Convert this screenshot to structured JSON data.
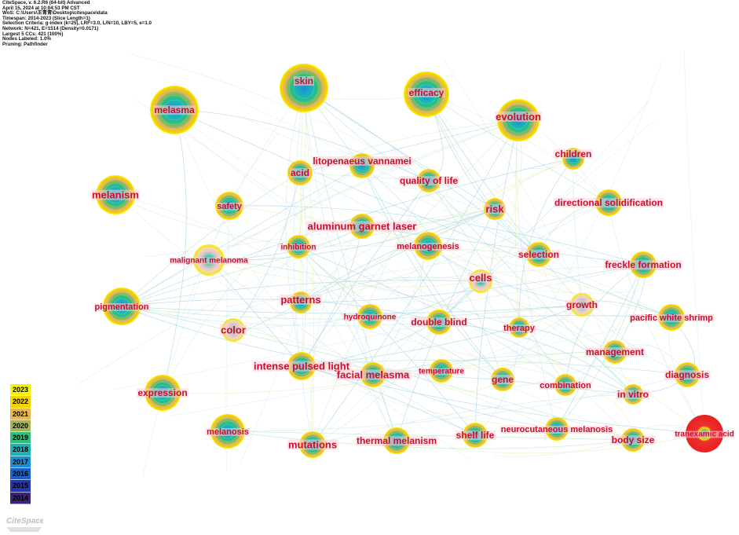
{
  "header": {
    "lines": [
      "CiteSpace, v. 6.2.R6 (64-bit) Advanced",
      "April 15, 2024 at 10:04:53 PM CST",
      "WoS: C:\\Users\\王青青\\Desktop\\citespace\\data",
      "Timespan: 2014-2023 (Slice Length=1)",
      "Selection Criteria: g-index (k=25), LRF=3.0, L/N=10, LBY=5, e=1.0",
      "Network: N=421, E=1514 (Density=0.0171)",
      "Largest 5 CCs: 421 (100%)",
      "Nodes Labeled: 1.0%",
      "Pruning: Pathfinder"
    ]
  },
  "legend": {
    "items": [
      {
        "year": "2023",
        "color": "#f5f500"
      },
      {
        "year": "2022",
        "color": "#f4d200"
      },
      {
        "year": "2021",
        "color": "#e8b84a"
      },
      {
        "year": "2020",
        "color": "#a3b35a"
      },
      {
        "year": "2019",
        "color": "#2ec07a"
      },
      {
        "year": "2018",
        "color": "#1bb3b8"
      },
      {
        "year": "2017",
        "color": "#1a8fd8"
      },
      {
        "year": "2016",
        "color": "#1960c9"
      },
      {
        "year": "2015",
        "color": "#2537a8"
      },
      {
        "year": "2014",
        "color": "#3b2476"
      }
    ]
  },
  "logo": {
    "text": "CiteSpace"
  },
  "nodes": [
    {
      "id": "skin",
      "label": "skin"
    },
    {
      "id": "melasma",
      "label": "melasma"
    },
    {
      "id": "efficacy",
      "label": "efficacy"
    },
    {
      "id": "evolution",
      "label": "evolution"
    },
    {
      "id": "children",
      "label": "children"
    },
    {
      "id": "litopenaeus-vannamei",
      "label": "litopenaeus vannamei"
    },
    {
      "id": "acid",
      "label": "acid"
    },
    {
      "id": "quality-of-life",
      "label": "quality of life"
    },
    {
      "id": "melanism",
      "label": "melanism"
    },
    {
      "id": "safety",
      "label": "safety"
    },
    {
      "id": "risk",
      "label": "risk"
    },
    {
      "id": "directional-solidification",
      "label": "directional solidification"
    },
    {
      "id": "aluminum-garnet-laser",
      "label": "aluminum garnet laser"
    },
    {
      "id": "inhibition",
      "label": "inhibition"
    },
    {
      "id": "melanogenesis",
      "label": "melanogenesis"
    },
    {
      "id": "selection",
      "label": "selection"
    },
    {
      "id": "malignant-melanoma",
      "label": "malignant melanoma"
    },
    {
      "id": "freckle-formation",
      "label": "freckle formation"
    },
    {
      "id": "cells",
      "label": "cells"
    },
    {
      "id": "pigmentation",
      "label": "pigmentation"
    },
    {
      "id": "patterns",
      "label": "patterns"
    },
    {
      "id": "growth",
      "label": "growth"
    },
    {
      "id": "hydroquinone",
      "label": "hydroquinone"
    },
    {
      "id": "double-blind",
      "label": "double blind"
    },
    {
      "id": "pacific-white-shrimp",
      "label": "pacific white shrimp"
    },
    {
      "id": "color",
      "label": "color"
    },
    {
      "id": "therapy",
      "label": "therapy"
    },
    {
      "id": "management",
      "label": "management"
    },
    {
      "id": "intense-pulsed-light",
      "label": "intense pulsed light"
    },
    {
      "id": "temperature",
      "label": "temperature"
    },
    {
      "id": "facial-melasma",
      "label": "facial melasma"
    },
    {
      "id": "gene",
      "label": "gene"
    },
    {
      "id": "diagnosis",
      "label": "diagnosis"
    },
    {
      "id": "expression",
      "label": "expression"
    },
    {
      "id": "combination",
      "label": "combination"
    },
    {
      "id": "in-vitro",
      "label": "in vitro"
    },
    {
      "id": "melanosis",
      "label": "melanosis"
    },
    {
      "id": "neurocutaneous-melanosis",
      "label": "neurocutaneous melanosis"
    },
    {
      "id": "tranexamic-acid",
      "label": "tranexamic acid"
    },
    {
      "id": "shelf-life",
      "label": "shelf life"
    },
    {
      "id": "thermal-melanism",
      "label": "thermal melanism"
    },
    {
      "id": "body-size",
      "label": "body size"
    },
    {
      "id": "mutations",
      "label": "mutations"
    }
  ]
}
